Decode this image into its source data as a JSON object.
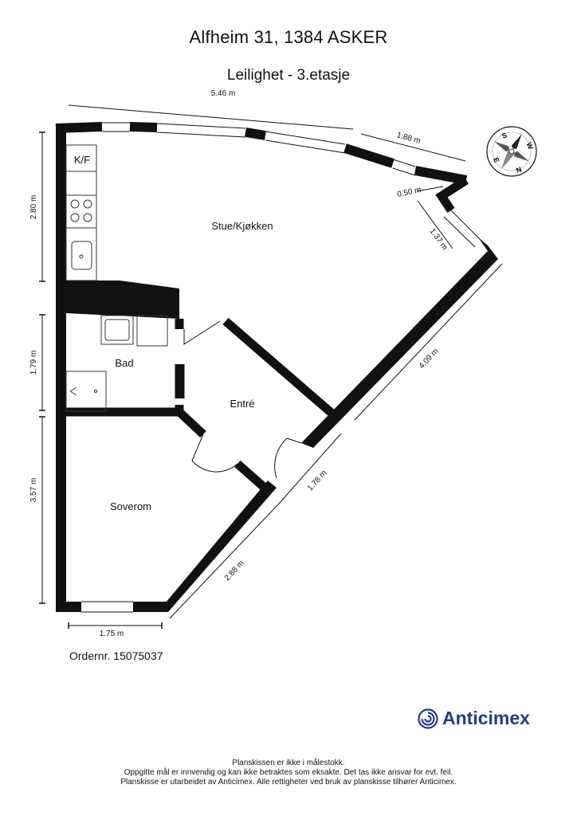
{
  "header": {
    "address": "Alfheim 31, 1384 ASKER",
    "floor": "Leilighet  - 3.etasje"
  },
  "rooms": {
    "kitchen_label": "K/F",
    "living": "Stue/Kjøkken",
    "bath": "Bad",
    "entry": "Entré",
    "bedroom": "Soverom"
  },
  "dimensions": {
    "top_wall": "5.46 m",
    "upper_right": "1.88 m",
    "small_diag": "0.50 m",
    "bay": "1.37 m",
    "right_long": "4.09 m",
    "left_upper": "2.80 m",
    "left_middle": "1.79 m",
    "left_lower": "3.57 m",
    "entry_wall": "1.78 m",
    "bedroom_diag": "2.88 m",
    "bottom": "1.75 m"
  },
  "compass": {
    "letters": [
      "S",
      "W",
      "N",
      "E"
    ]
  },
  "order_number": "Ordernr. 15075037",
  "brand": {
    "name": "Anticimex",
    "color": "#1d3d8c"
  },
  "footer": {
    "line1": "Planskissen er ikke i målestokk.",
    "line2": "Oppgitte mål er innvendig og kan ikke betraktes som eksakte. Det tas ikke ansvar for evt. feil.",
    "line3": "Planskisse er utarbeidet av Anticimex. Alle rettigheter ved bruk av planskisse tilhører Anticimex."
  }
}
